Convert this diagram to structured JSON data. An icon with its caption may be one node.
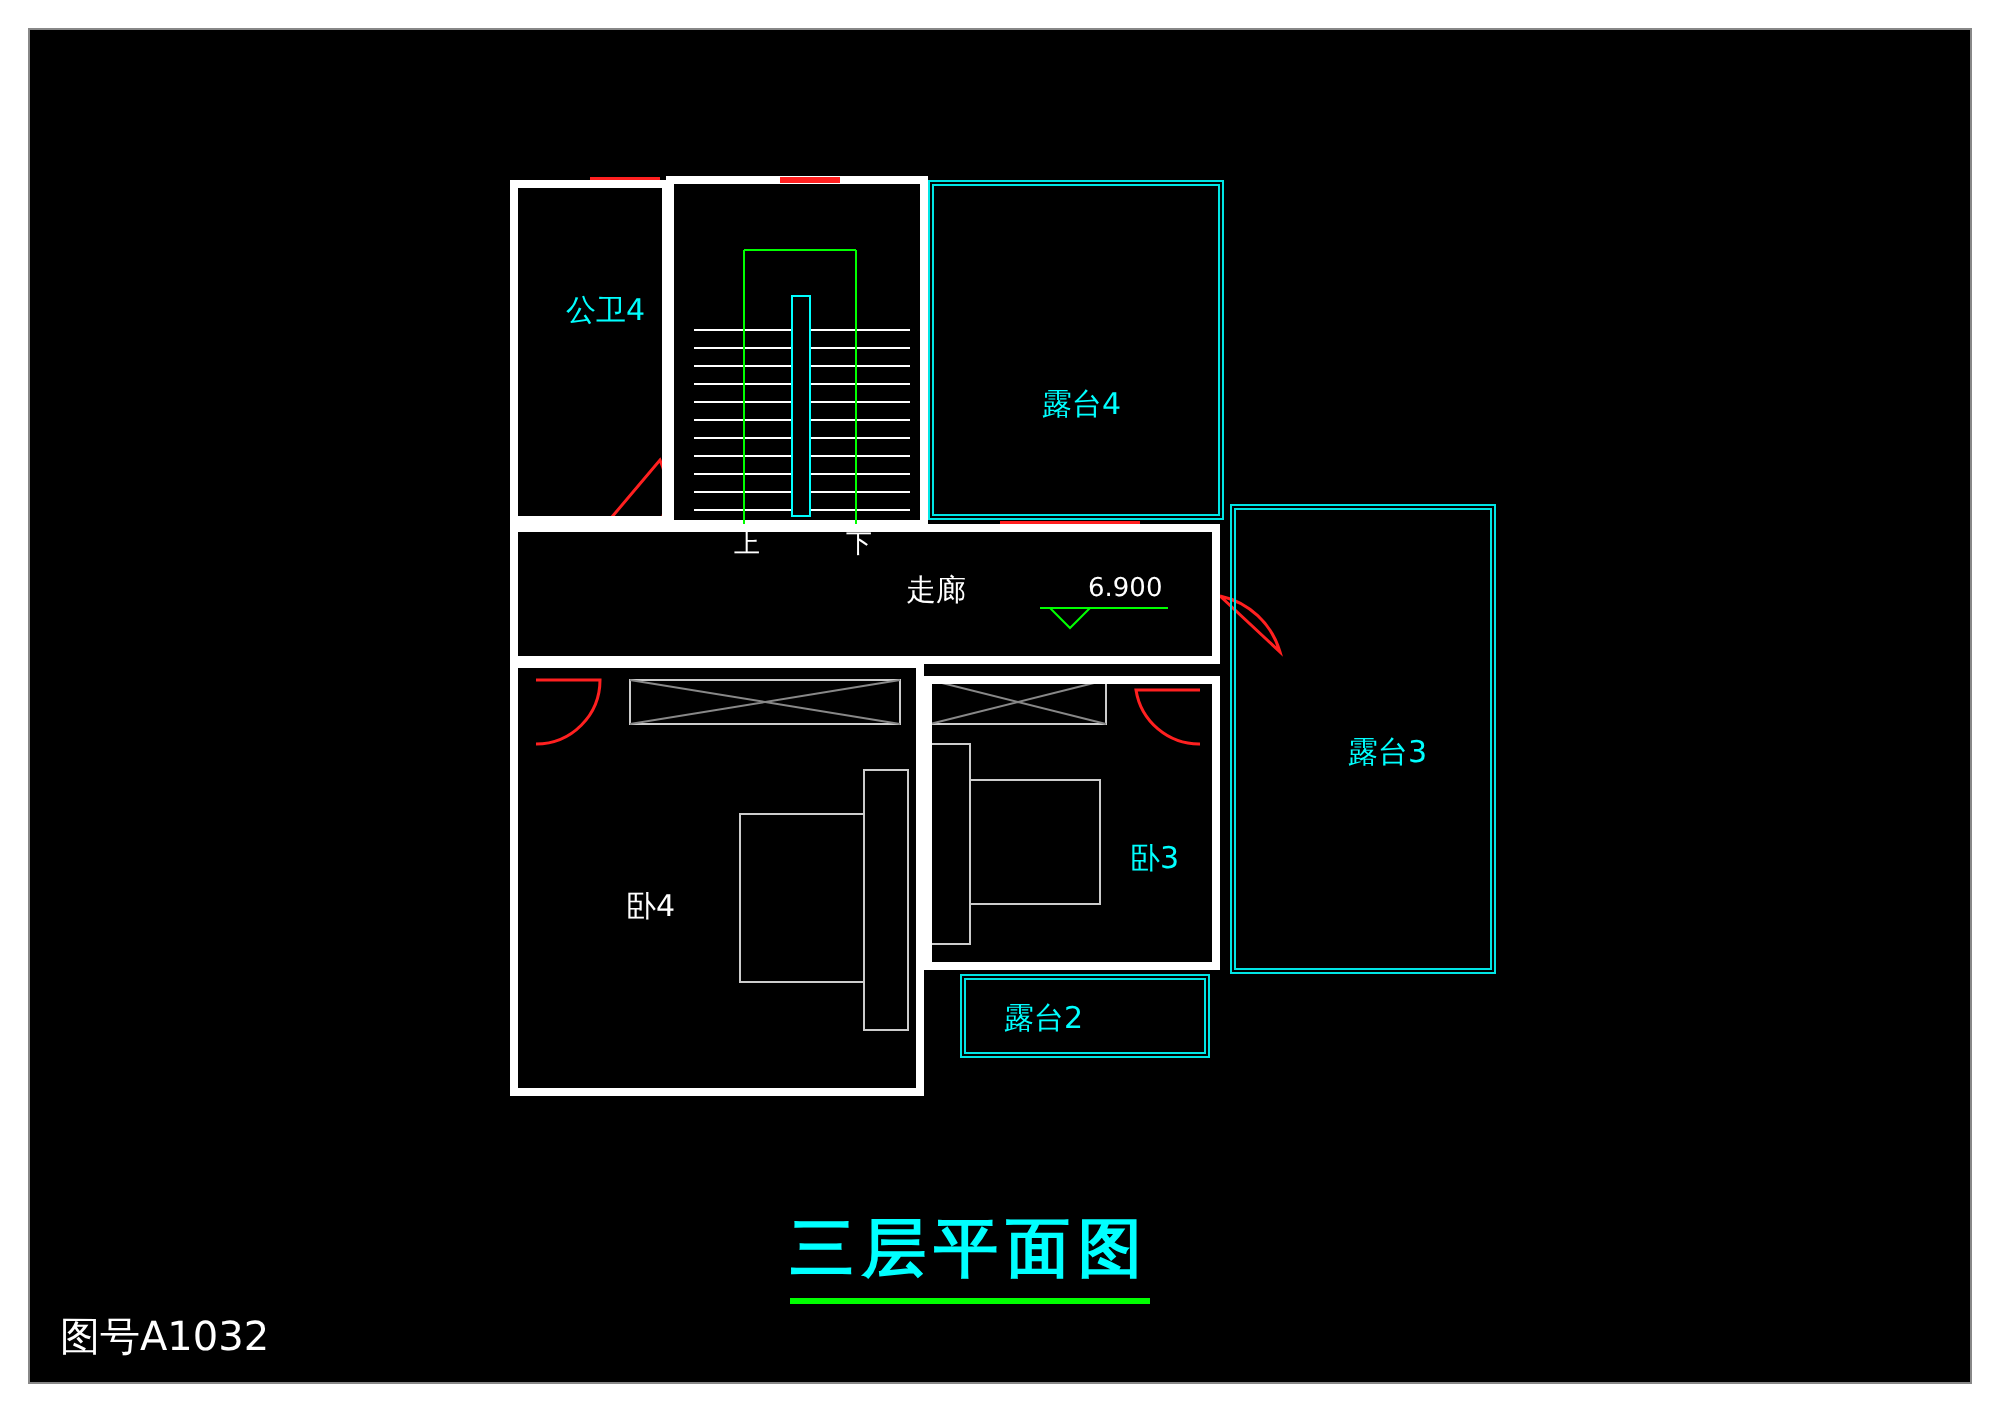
{
  "diagram": {
    "title": "三层平面图",
    "nodes": [
      {
        "text": [
          "公卫4"
        ]
      },
      {
        "text": [
          "露台4"
        ]
      },
      {
        "text": [
          "走廊"
        ]
      },
      {
        "text": [
          "卧4"
        ]
      },
      {
        "text": [
          "卧3"
        ]
      },
      {
        "text": [
          "露台3"
        ]
      },
      {
        "text": [
          "露台2"
        ]
      }
    ],
    "edges": [],
    "labels": [
      "上",
      "下",
      "6.900",
      "图号A1032"
    ]
  }
}
